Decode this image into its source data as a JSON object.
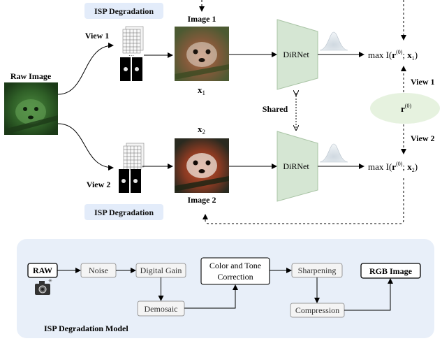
{
  "top": {
    "isp_label_top": "ISP Degradation",
    "isp_label_bottom": "ISP Degradation",
    "raw_label": "Raw Image",
    "view1_label": "View 1",
    "view2_label": "View 2",
    "image1_label": "Image 1",
    "image2_label": "Image 2",
    "x1_label": "x",
    "x1_sub": "1",
    "x2_label": "x",
    "x2_sub": "2",
    "net_top": "DiRNet",
    "net_bottom": "DiRNet",
    "shared_label": "Shared",
    "objective_top_prefix": "max I(",
    "objective_top_r": "r",
    "objective_top_sup": "(0)",
    "objective_top_mid": "; ",
    "objective_top_x": "x",
    "objective_top_xsub": "1",
    "objective_top_suffix": ")",
    "objective_bottom_prefix": "max I(",
    "objective_bottom_r": "r",
    "objective_bottom_sup": "(0)",
    "objective_bottom_mid": "; ",
    "objective_bottom_x": "x",
    "objective_bottom_xsub": "2",
    "objective_bottom_suffix": ")",
    "rep_r": "r",
    "rep_sup": "(0)",
    "right_view1": "View 1",
    "right_view2": "View 2"
  },
  "pipeline": {
    "title": "ISP Degradation Model",
    "raw": "RAW",
    "noise": "Noise",
    "digital_gain": "Digital Gain",
    "demosaic": "Demosaic",
    "color_tone_line1": "Color and Tone",
    "color_tone_line2": "Correction",
    "sharpening": "Sharpening",
    "compression": "Compression",
    "rgb": "RGB Image"
  },
  "colors": {
    "isp_tag_bg": "#e3ecfa",
    "panel_bg": "#e8eff9",
    "net_fill": "#d5e6d3",
    "net_stroke": "#a9c4a5",
    "rep_fill": "#e6f2df",
    "box_stroke": "#9a9a9a"
  }
}
